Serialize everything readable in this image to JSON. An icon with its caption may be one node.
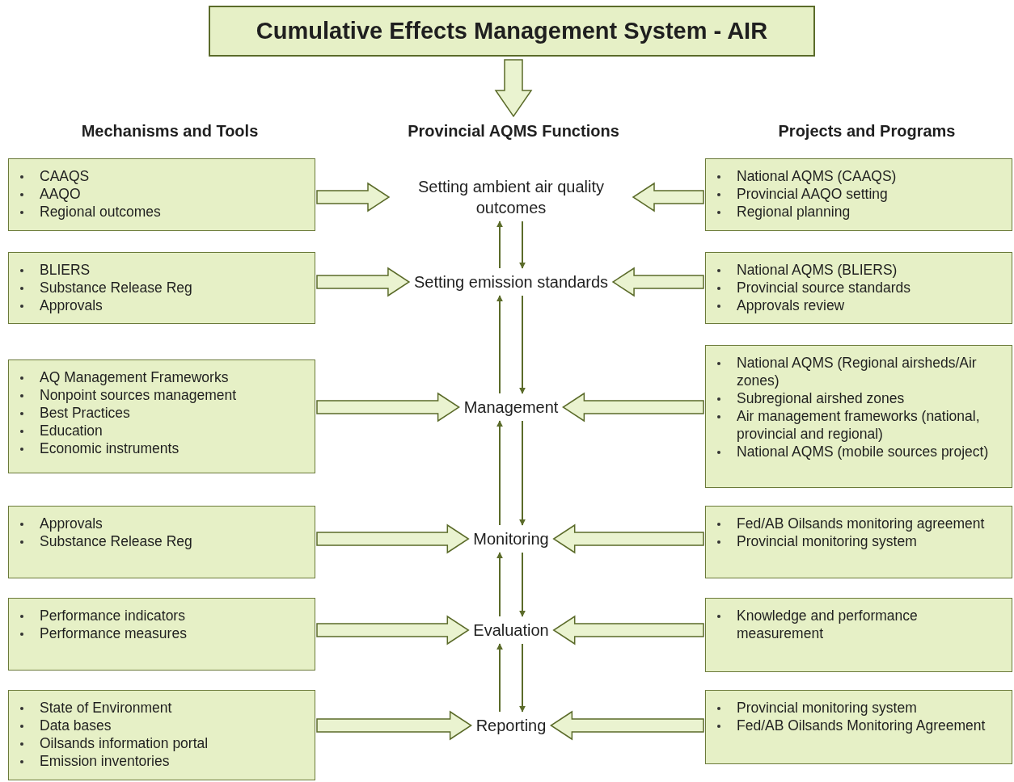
{
  "diagram": {
    "nodes": [
      {
        "text": [
          "Cumulative Effects Management System - AIR"
        ]
      },
      {
        "text": [
          "Provincial AQMS Functions"
        ]
      },
      {
        "text": [
          "CAAQS",
          "AAQO",
          "Regional outcomes"
        ]
      },
      {
        "text": [
          "Setting ambient air quality outcomes"
        ]
      },
      {
        "text": [
          "National AQMS (CAAQS)",
          "Provincial AAQO setting",
          "Regional planning"
        ]
      },
      {
        "text": [
          "BLIERS",
          "Substance Release Reg",
          "Approvals"
        ]
      },
      {
        "text": [
          "Setting emission standards"
        ]
      },
      {
        "text": [
          "National AQMS (BLIERS)",
          "Provincial source standards",
          "Approvals review"
        ]
      },
      {
        "text": [
          "AQ Management Frameworks",
          "Nonpoint sources management",
          "Best Practices",
          "Education",
          "Economic instruments"
        ]
      },
      {
        "text": [
          "Management"
        ]
      },
      {
        "text": [
          "National AQMS (Regional airsheds/Air zones)",
          "Subregional airshed zones",
          "Air management frameworks (national, provincial and regional)",
          "National AQMS (mobile sources project)"
        ]
      },
      {
        "text": [
          "Approvals",
          "Substance Release Reg"
        ]
      },
      {
        "text": [
          "Monitoring"
        ]
      },
      {
        "text": [
          "Fed/AB Oilsands monitoring agreement",
          "Provincial monitoring system"
        ]
      },
      {
        "text": [
          "Performance indicators",
          "Performance measures"
        ]
      },
      {
        "text": [
          "Evaluation"
        ]
      },
      {
        "text": [
          "Knowledge and performance measurement"
        ]
      },
      {
        "text": [
          "State of Environment",
          "Data bases",
          "Oilsands information portal",
          "Emission inventories"
        ]
      },
      {
        "text": [
          "Reporting"
        ]
      },
      {
        "text": [
          "Provincial monitoring system",
          "Fed/AB Oilsands Monitoring Agreement"
        ]
      }
    ],
    "edges": [
      {
        "from": 0,
        "to": 1,
        "arrow": "to",
        "style": "thick"
      },
      {
        "from": 2,
        "to": 3,
        "arrow": "to",
        "style": "thick"
      },
      {
        "from": 4,
        "to": 3,
        "arrow": "to",
        "style": "thick"
      },
      {
        "from": 6,
        "to": 3,
        "arrow": "to"
      },
      {
        "from": 3,
        "to": 6,
        "arrow": "to"
      },
      {
        "from": 5,
        "to": 6,
        "arrow": "to",
        "style": "thick"
      },
      {
        "from": 7,
        "to": 6,
        "arrow": "to",
        "style": "thick"
      },
      {
        "from": 9,
        "to": 6,
        "arrow": "to"
      },
      {
        "from": 6,
        "to": 9,
        "arrow": "to"
      },
      {
        "from": 8,
        "to": 9,
        "arrow": "to",
        "style": "thick"
      },
      {
        "from": 10,
        "to": 9,
        "arrow": "to",
        "style": "thick"
      },
      {
        "from": 12,
        "to": 9,
        "arrow": "to"
      },
      {
        "from": 9,
        "to": 12,
        "arrow": "to"
      },
      {
        "from": 11,
        "to": 12,
        "arrow": "to",
        "style": "thick"
      },
      {
        "from": 13,
        "to": 12,
        "arrow": "to",
        "style": "thick"
      },
      {
        "from": 15,
        "to": 12,
        "arrow": "to"
      },
      {
        "from": 12,
        "to": 15,
        "arrow": "to"
      },
      {
        "from": 14,
        "to": 15,
        "arrow": "to",
        "style": "thick"
      },
      {
        "from": 16,
        "to": 15,
        "arrow": "to",
        "style": "thick"
      },
      {
        "from": 18,
        "to": 15,
        "arrow": "to"
      },
      {
        "from": 15,
        "to": 18,
        "arrow": "to"
      },
      {
        "from": 17,
        "to": 18,
        "arrow": "to",
        "style": "thick"
      },
      {
        "from": 19,
        "to": 18,
        "arrow": "to",
        "style": "thick"
      }
    ],
    "labels": [
      "Mechanisms and Tools",
      "Projects and Programs"
    ]
  }
}
